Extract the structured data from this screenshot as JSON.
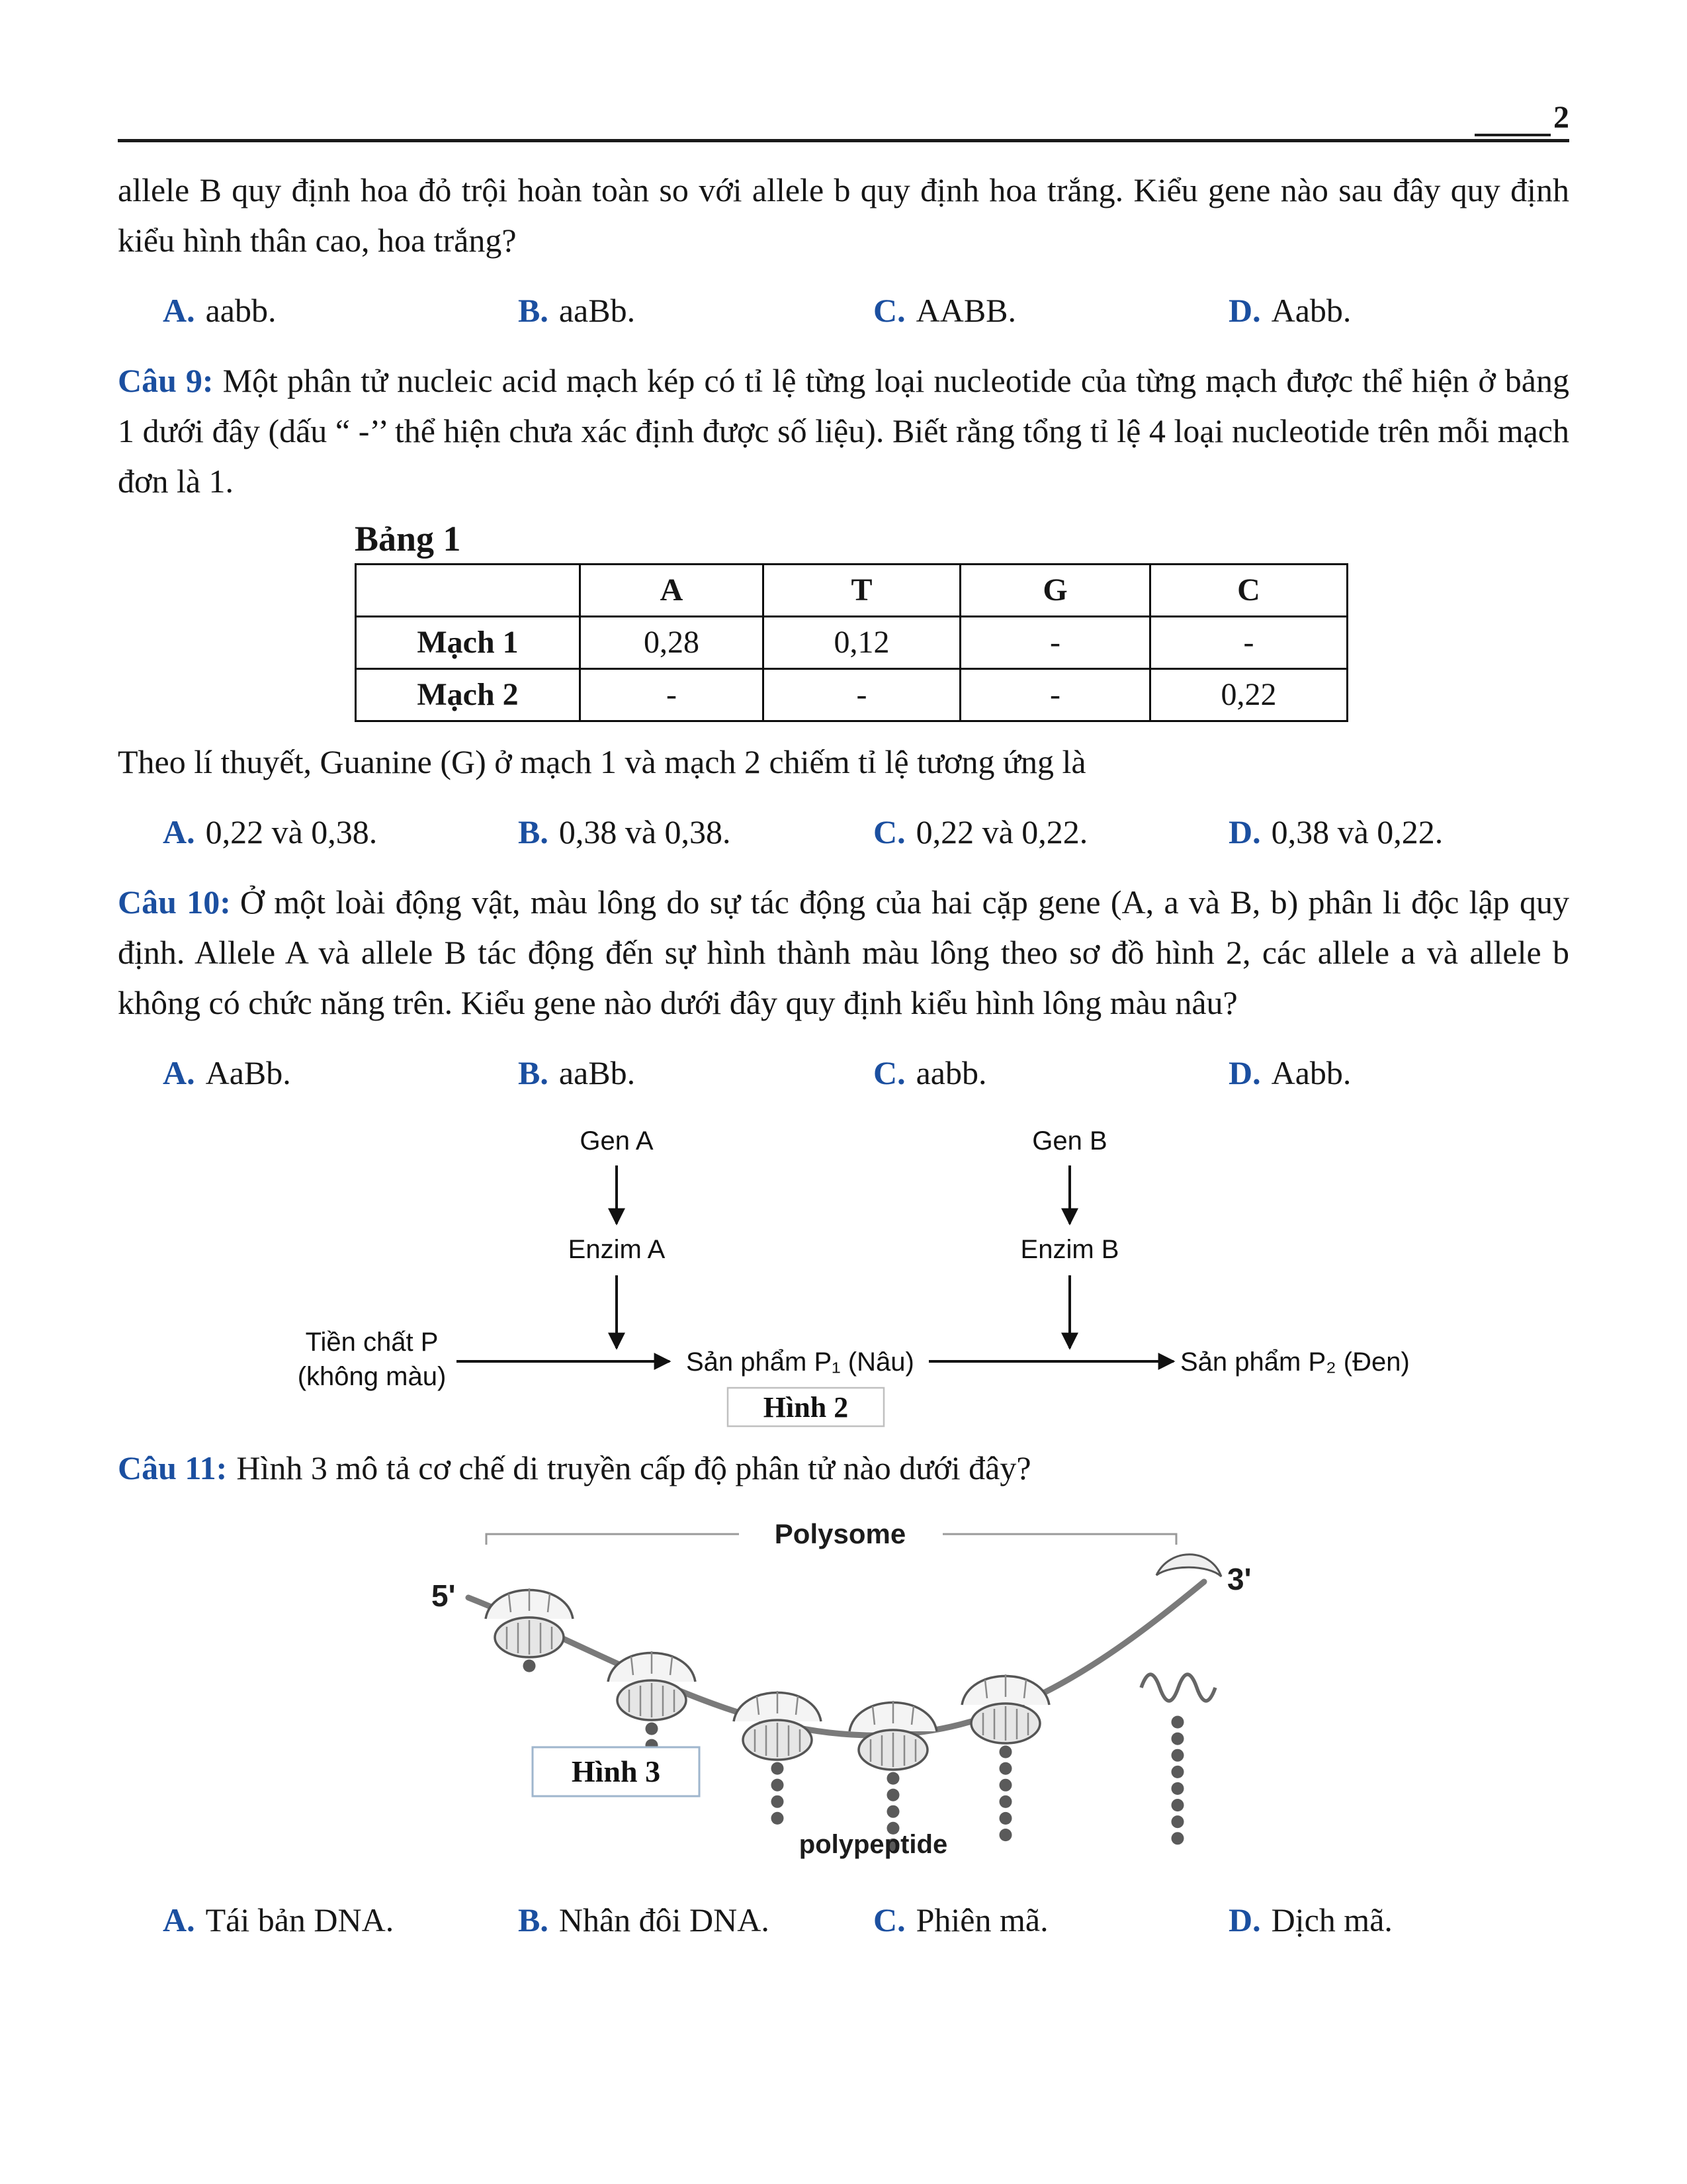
{
  "page": {
    "number": "2"
  },
  "colors": {
    "accent_blue": "#1b4fa0",
    "ink": "#161616"
  },
  "q8": {
    "text": "allele B quy định hoa đỏ trội hoàn toàn so với allele b quy định hoa trắng. Kiểu gene nào sau đây quy định kiểu hình thân cao, hoa trắng?",
    "answers": [
      {
        "letter": "A.",
        "text": "aabb."
      },
      {
        "letter": "B.",
        "text": "aaBb."
      },
      {
        "letter": "C.",
        "text": "AABB."
      },
      {
        "letter": "D.",
        "text": "Aabb."
      }
    ]
  },
  "q9": {
    "label": "Câu 9:",
    "text": "Một phân tử nucleic acid mạch kép có tỉ lệ từng loại nucleotide của từng mạch được thể hiện ở bảng 1 dưới đây (dấu “ -’’ thể hiện chưa xác định được số liệu). Biết rằng tổng tỉ lệ 4 loại nucleotide trên mỗi mạch đơn là 1.",
    "table": {
      "title": "Bảng 1",
      "headers": [
        "",
        "A",
        "T",
        "G",
        "C"
      ],
      "rows": [
        [
          "Mạch 1",
          "0,28",
          "0,12",
          "-",
          "-"
        ],
        [
          "Mạch 2",
          "-",
          "-",
          "-",
          "0,22"
        ]
      ]
    },
    "followup": "Theo lí thuyết, Guanine (G) ở mạch 1 và mạch 2 chiếm tỉ lệ tương ứng là",
    "answers": [
      {
        "letter": "A.",
        "text": "0,22 và 0,38."
      },
      {
        "letter": "B.",
        "text": "0,38 và 0,38."
      },
      {
        "letter": "C.",
        "text": "0,22 và 0,22."
      },
      {
        "letter": "D.",
        "text": "0,38 và 0,22."
      }
    ]
  },
  "q10": {
    "label": "Câu 10:",
    "text": "Ở một loài động vật, màu lông do sự tác động của hai cặp gene (A, a và B, b) phân li độc lập quy định. Allele A và allele B tác động đến sự hình thành màu lông theo sơ đồ hình 2, các allele a và allele b không có chức năng trên. Kiểu gene nào dưới đây quy định kiểu hình lông màu nâu?",
    "answers": [
      {
        "letter": "A.",
        "text": "AaBb."
      },
      {
        "letter": "B.",
        "text": "aaBb."
      },
      {
        "letter": "C.",
        "text": "aabb."
      },
      {
        "letter": "D.",
        "text": "Aabb."
      }
    ],
    "diagram": {
      "gen_a": "Gen A",
      "gen_b": "Gen B",
      "enzim_a": "Enzim A",
      "enzim_b": "Enzim B",
      "precursor_line1": "Tiền chất P",
      "precursor_line2": "(không màu)",
      "product1": "Sản phẩm P₁ (Nâu)",
      "product2": "Sản phẩm P₂ (Đen)",
      "caption": "Hình 2"
    }
  },
  "q11": {
    "label": "Câu 11:",
    "text": "Hình 3 mô tả cơ chế di truyền cấp độ phân tử nào dưới đây?",
    "figure": {
      "polysome_label": "Polysome",
      "five_prime": "5'",
      "three_prime": "3'",
      "caption": "Hình 3",
      "polypeptide_label": "polypeptide"
    },
    "answers": [
      {
        "letter": "A.",
        "text": "Tái bản DNA."
      },
      {
        "letter": "B.",
        "text": "Nhân đôi DNA."
      },
      {
        "letter": "C.",
        "text": "Phiên mã."
      },
      {
        "letter": "D.",
        "text": "Dịch mã."
      }
    ]
  }
}
